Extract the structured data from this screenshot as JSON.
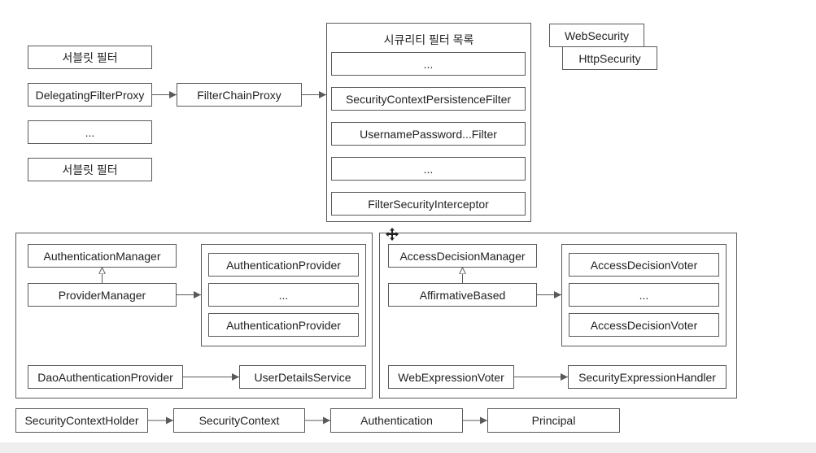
{
  "servlet_filters": {
    "item1": "서블릿 필터",
    "item2": "DelegatingFilterProxy",
    "item3": "...",
    "item4": "서블릿 필터"
  },
  "filter_chain_proxy": "FilterChainProxy",
  "security_filters": {
    "title": "시큐리티 필터 목록",
    "items": [
      "...",
      "SecurityContextPersistenceFilter",
      "UsernamePassword...Filter",
      "...",
      "FilterSecurityInterceptor"
    ]
  },
  "web_security": "WebSecurity",
  "http_security": "HttpSecurity",
  "authentication": {
    "manager": "AuthenticationManager",
    "provider_manager": "ProviderManager",
    "providers": [
      "AuthenticationProvider",
      "...",
      "AuthenticationProvider"
    ],
    "dao_provider": "DaoAuthenticationProvider",
    "user_details_service": "UserDetailsService"
  },
  "authorization": {
    "manager": "AccessDecisionManager",
    "affirmative": "AffirmativeBased",
    "voters": [
      "AccessDecisionVoter",
      "...",
      "AccessDecisionVoter"
    ],
    "web_expression_voter": "WebExpressionVoter",
    "expression_handler": "SecurityExpressionHandler"
  },
  "context_chain": [
    "SecurityContextHolder",
    "SecurityContext",
    "Authentication",
    "Principal"
  ],
  "colors": {
    "stroke": "#5a5a5a",
    "text": "#222222",
    "background": "#ffffff"
  },
  "icons": {
    "cursor": "move-cursor-icon"
  }
}
